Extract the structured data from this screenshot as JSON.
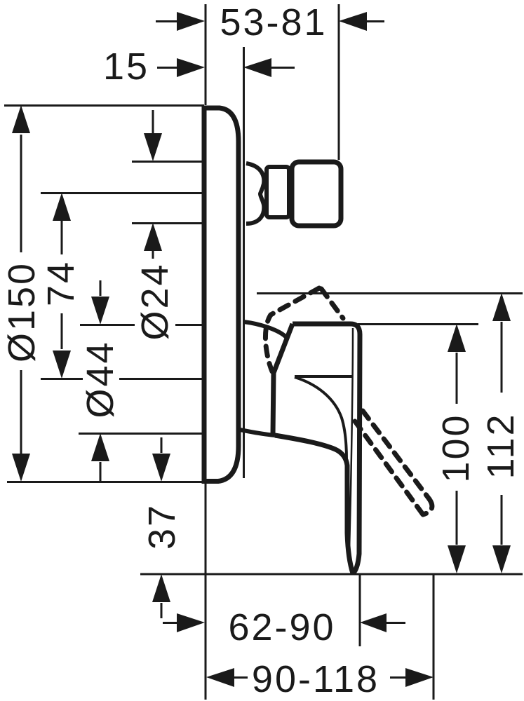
{
  "drawing": {
    "kind": "technical-dimension-drawing",
    "view": "concealed single-lever mixer, side elevation",
    "background_color": "#ffffff",
    "line_color": "#1a1a1a",
    "dimensions": {
      "top_depth_range": "53-81",
      "plate_thickness": "15",
      "plate_diameter": "Ø150",
      "center_offset": "74",
      "body_diameter": "Ø44",
      "spindle_diameter": "Ø24",
      "below_plate": "37",
      "handle_height": "100",
      "handle_height_open": "112",
      "reach_range": "62-90",
      "reach_range_open": "90-118"
    }
  }
}
